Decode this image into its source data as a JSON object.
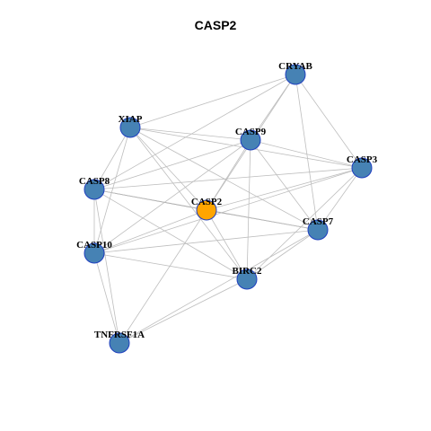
{
  "title": "CASP2",
  "colors": {
    "node_fill": "#4682B4",
    "node_stroke": "#1F3FBF",
    "center_fill": "#FFA500",
    "center_stroke": "#1F3FBF",
    "edge": "#BEBEBE",
    "edge_dark": "#8C8C8C"
  },
  "nodes": [
    {
      "id": "CRYAB",
      "label": "CRYAB",
      "center": false
    },
    {
      "id": "XIAP",
      "label": "XIAP",
      "center": false
    },
    {
      "id": "CASP9",
      "label": "CASP9",
      "center": false
    },
    {
      "id": "CASP3",
      "label": "CASP3",
      "center": false
    },
    {
      "id": "CASP8",
      "label": "CASP8",
      "center": false
    },
    {
      "id": "CASP2",
      "label": "CASP2",
      "center": true
    },
    {
      "id": "CASP7",
      "label": "CASP7",
      "center": false
    },
    {
      "id": "CASP10",
      "label": "CASP10",
      "center": false
    },
    {
      "id": "BIRC2",
      "label": "BIRC2",
      "center": false
    },
    {
      "id": "TNFRSF1A",
      "label": "TNFRSF1A",
      "center": false
    }
  ],
  "edges": [
    [
      "CASP2",
      "CRYAB"
    ],
    [
      "CASP2",
      "XIAP"
    ],
    [
      "CASP2",
      "CASP9"
    ],
    [
      "CASP2",
      "CASP3"
    ],
    [
      "CASP2",
      "CASP8"
    ],
    [
      "CASP2",
      "CASP7"
    ],
    [
      "CASP2",
      "CASP10"
    ],
    [
      "CASP2",
      "BIRC2"
    ],
    [
      "CASP2",
      "TNFRSF1A"
    ],
    [
      "CRYAB",
      "XIAP"
    ],
    [
      "CRYAB",
      "CASP9"
    ],
    [
      "CRYAB",
      "CASP3"
    ],
    [
      "CRYAB",
      "CASP8"
    ],
    [
      "CRYAB",
      "CASP7"
    ],
    [
      "XIAP",
      "CASP9"
    ],
    [
      "XIAP",
      "CASP3"
    ],
    [
      "XIAP",
      "CASP8"
    ],
    [
      "XIAP",
      "CASP7"
    ],
    [
      "XIAP",
      "CASP10"
    ],
    [
      "XIAP",
      "BIRC2"
    ],
    [
      "CASP9",
      "CASP3"
    ],
    [
      "CASP9",
      "CASP8"
    ],
    [
      "CASP9",
      "CASP7"
    ],
    [
      "CASP9",
      "CASP10"
    ],
    [
      "CASP9",
      "BIRC2"
    ],
    [
      "CASP3",
      "CASP8"
    ],
    [
      "CASP3",
      "CASP7"
    ],
    [
      "CASP3",
      "CASP10"
    ],
    [
      "CASP3",
      "BIRC2"
    ],
    [
      "CASP8",
      "CASP7"
    ],
    [
      "CASP8",
      "CASP10"
    ],
    [
      "CASP8",
      "BIRC2"
    ],
    [
      "CASP8",
      "TNFRSF1A"
    ],
    [
      "CASP7",
      "CASP10"
    ],
    [
      "CASP7",
      "BIRC2"
    ],
    [
      "CASP7",
      "TNFRSF1A"
    ],
    [
      "CASP10",
      "BIRC2"
    ],
    [
      "CASP10",
      "TNFRSF1A"
    ],
    [
      "BIRC2",
      "TNFRSF1A"
    ]
  ]
}
